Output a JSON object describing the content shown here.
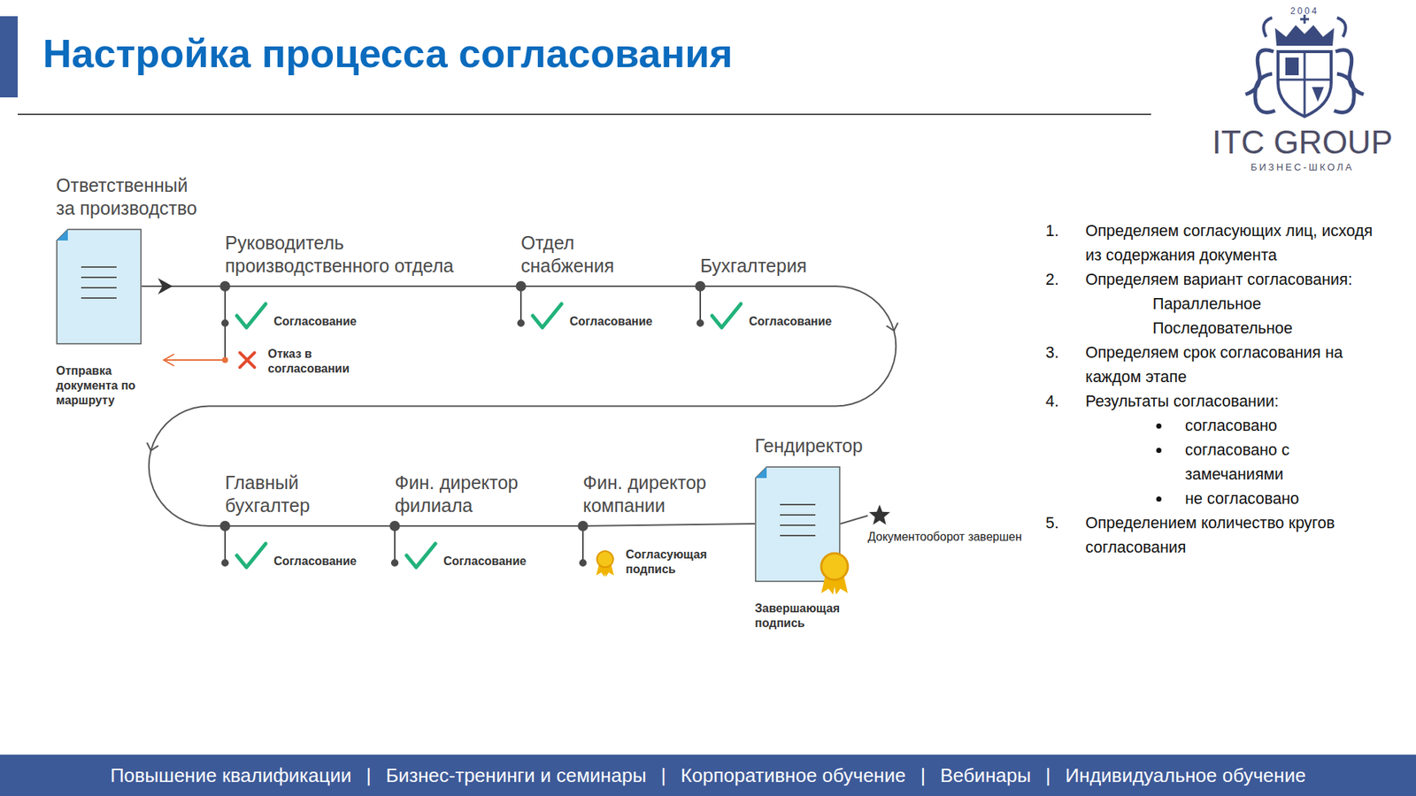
{
  "diagram": {
    "title": "Настройка процесса согласования",
    "nodes": [
      {
        "text": [
          "Ответственный за производство",
          "Отправка документа по маршруту"
        ]
      },
      {
        "text": [
          "Руководитель производственного отдела"
        ]
      },
      {
        "text": [
          "Отдел снабжения"
        ]
      },
      {
        "text": [
          "Бухгалтерия"
        ]
      },
      {
        "text": [
          "Главный бухгалтер"
        ]
      },
      {
        "text": [
          "Фин. директор филиала"
        ]
      },
      {
        "text": [
          "Фин. директор компании"
        ]
      },
      {
        "text": [
          "Гендиректор",
          "Завершающая подпись"
        ]
      },
      {
        "text": [
          "Документооборот завершен"
        ]
      }
    ],
    "edges": [
      {
        "from": 0,
        "to": 1,
        "arrow": "to"
      },
      {
        "from": 1,
        "to": 2,
        "arrow": "none"
      },
      {
        "from": 2,
        "to": 3,
        "arrow": "none"
      },
      {
        "from": 3,
        "to": 4,
        "arrow": "to"
      },
      {
        "from": 4,
        "to": 5,
        "arrow": "none"
      },
      {
        "from": 5,
        "to": 6,
        "arrow": "none"
      },
      {
        "from": 6,
        "to": 7,
        "arrow": "none"
      },
      {
        "from": 7,
        "to": 8,
        "arrow": "none"
      }
    ],
    "labels": [
      "2004",
      "ITC GROUP",
      "БИЗНЕС-ШКОЛА",
      "Согласование",
      "Отказ в согласовании",
      "Согласование",
      "Согласование",
      "Согласование",
      "Согласование",
      "Согласующая подпись",
      "1.",
      "Определяем согласующих лиц, исходя из содержания документа",
      "2.",
      "Определяем вариант согласования:",
      "Параллельное",
      "Последовательное",
      "3.",
      "Определяем срок согласования на каждом этапе",
      "4.",
      "Результаты согласовании:",
      "согласовано",
      "согласовано с замечаниями",
      "не согласовано",
      "5.",
      "Определением количество кругов согласования",
      "Повышение квалификации",
      "|",
      "Бизнес-тренинги и семинары",
      "|",
      "Корпоративное обучение",
      "|",
      "Вебинары",
      "|",
      "Индивидуальное обучение"
    ]
  }
}
